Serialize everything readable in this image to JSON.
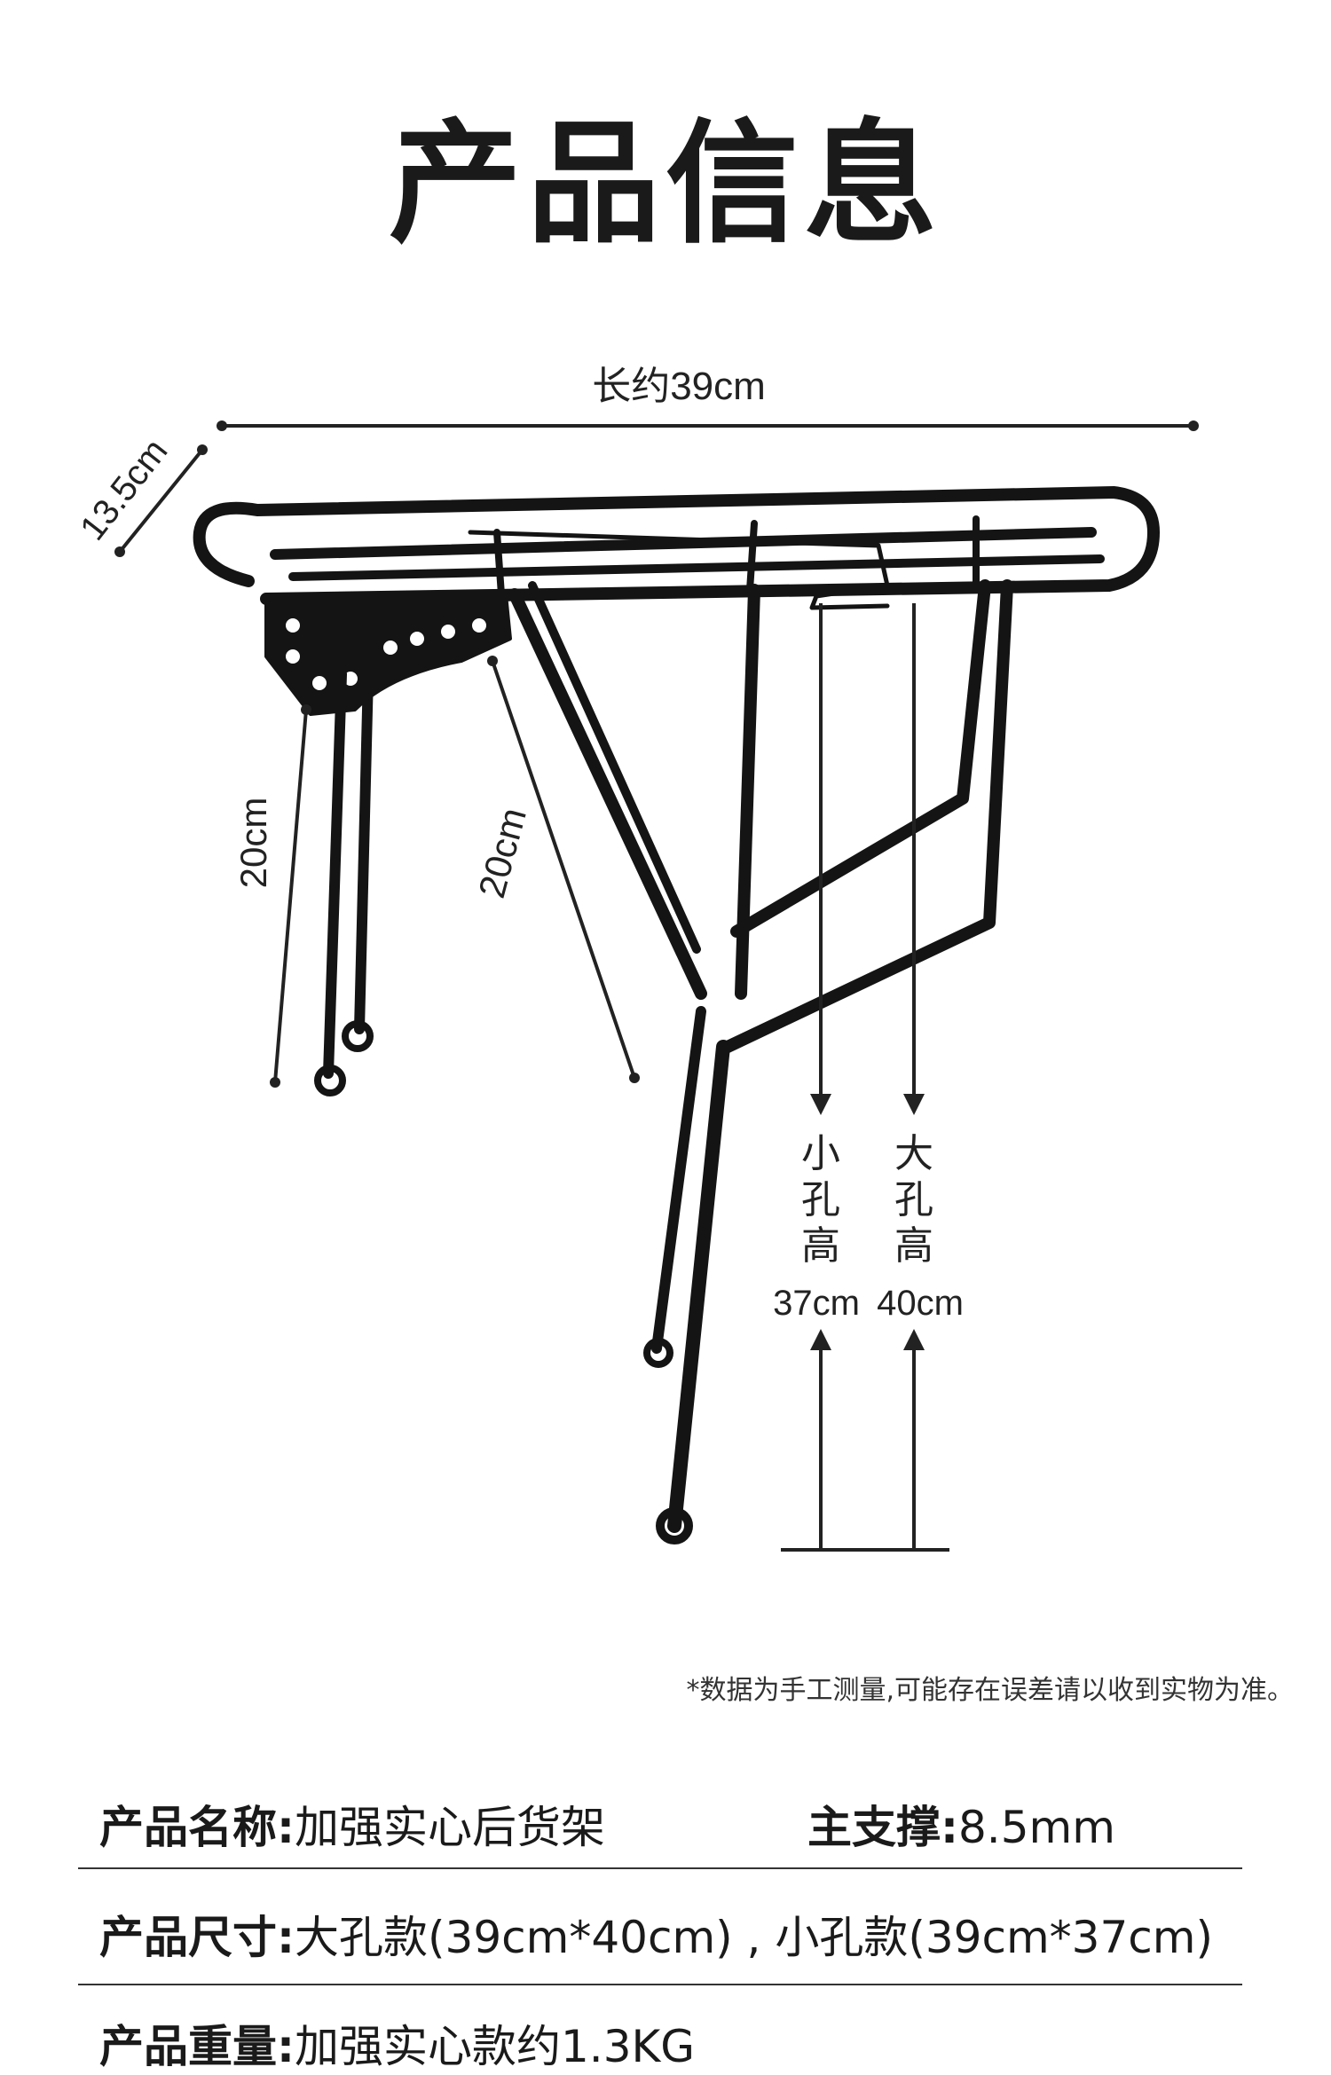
{
  "header": {
    "title": "产品信息"
  },
  "dimensions": {
    "length": "长约39cm",
    "width": "13.5cm",
    "leg_left": "20cm",
    "leg_right": "20cm",
    "small_hole_label": [
      "小",
      "孔",
      "高"
    ],
    "small_hole_value": "37cm",
    "large_hole_label": [
      "大",
      "孔",
      "高"
    ],
    "large_hole_value": "40cm"
  },
  "note": "*数据为手工测量,可能存在误差请以收到实物为准。",
  "specs": {
    "name_label": "产品名称:",
    "name_value": "加强实心后货架",
    "support_label": "主支撑:",
    "support_value": "8.5mm",
    "size_label": "产品尺寸:",
    "size_value": "大孔款(39cm*40cm) , 小孔款(39cm*37cm)",
    "weight_label": "产品重量:",
    "weight_value": "加强实心款约1.3KG"
  },
  "colors": {
    "rack": "#141414",
    "line": "#222222",
    "text": "#1a1a1a"
  }
}
